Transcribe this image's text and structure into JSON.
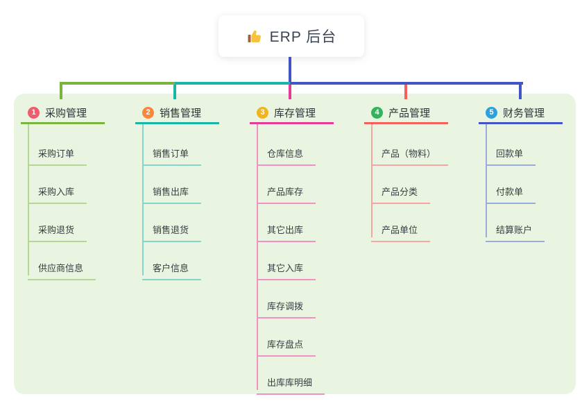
{
  "root": {
    "label": "ERP 后台",
    "icon": "thumbs-up-icon",
    "line_color": "#4355C4"
  },
  "branches": [
    {
      "badge": "1",
      "label": "采购管理",
      "badge_color": "#F25B6E",
      "line_color": "#7AB33E",
      "child_line_color": "#B2D893",
      "children": [
        "采购订单",
        "采购入库",
        "采购退货",
        "供应商信息"
      ]
    },
    {
      "badge": "2",
      "label": "销售管理",
      "badge_color": "#F6873C",
      "line_color": "#19B6A5",
      "child_line_color": "#84D6CB",
      "children": [
        "销售订单",
        "销售出库",
        "销售退货",
        "客户信息"
      ]
    },
    {
      "badge": "3",
      "label": "库存管理",
      "badge_color": "#F2B31C",
      "line_color": "#E23C96",
      "child_line_color": "#F190C2",
      "children": [
        "仓库信息",
        "产品库存",
        "其它出库",
        "其它入库",
        "库存调拨",
        "库存盘点",
        "出库库明细"
      ]
    },
    {
      "badge": "4",
      "label": "产品管理",
      "badge_color": "#33B45C",
      "line_color": "#F4605C",
      "child_line_color": "#F7A5A3",
      "children": [
        "产品（物料）",
        "产品分类",
        "产品单位"
      ]
    },
    {
      "badge": "5",
      "label": "财务管理",
      "badge_color": "#2BA2DE",
      "line_color": "#4355C4",
      "child_line_color": "#97ABDC",
      "children": [
        "回款单",
        "付款单",
        "结算账户"
      ]
    }
  ],
  "panel_color": "#EAF5E1"
}
